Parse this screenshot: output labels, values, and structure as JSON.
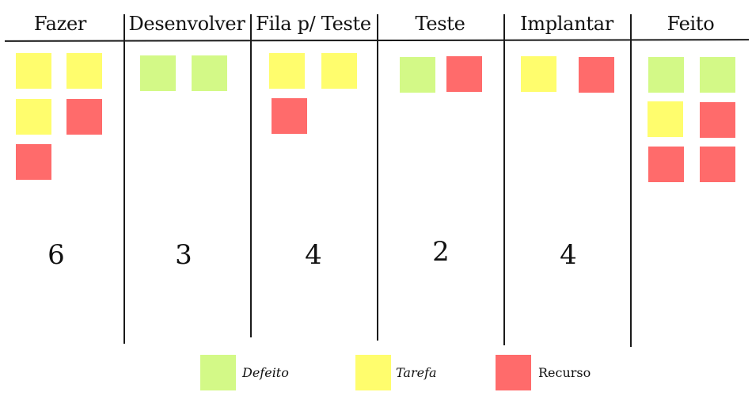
{
  "colors": {
    "defeito": "#d3f987",
    "tarefa": "#fffd6d",
    "recurso": "#ff6b6b"
  },
  "columns": [
    {
      "title": "Fazer",
      "wip": "6"
    },
    {
      "title": "Desenvolver",
      "wip": "3"
    },
    {
      "title": "Fila p/ Teste",
      "wip": "4"
    },
    {
      "title": "Teste",
      "wip": "2"
    },
    {
      "title": "Implantar",
      "wip": "4"
    },
    {
      "title": "Feito",
      "wip": ""
    }
  ],
  "cards": [
    [
      "tarefa",
      "tarefa",
      "tarefa",
      "recurso",
      "recurso"
    ],
    [
      "defeito",
      "defeito"
    ],
    [
      "tarefa",
      "tarefa",
      "recurso"
    ],
    [
      "defeito",
      "recurso"
    ],
    [
      "tarefa",
      "recurso"
    ],
    [
      "defeito",
      "defeito",
      "tarefa",
      "recurso",
      "recurso",
      "recurso"
    ]
  ],
  "legend": [
    {
      "type": "defeito",
      "label": "Defeito"
    },
    {
      "type": "tarefa",
      "label": "Tarefa"
    },
    {
      "type": "recurso",
      "label": "Recurso"
    }
  ]
}
